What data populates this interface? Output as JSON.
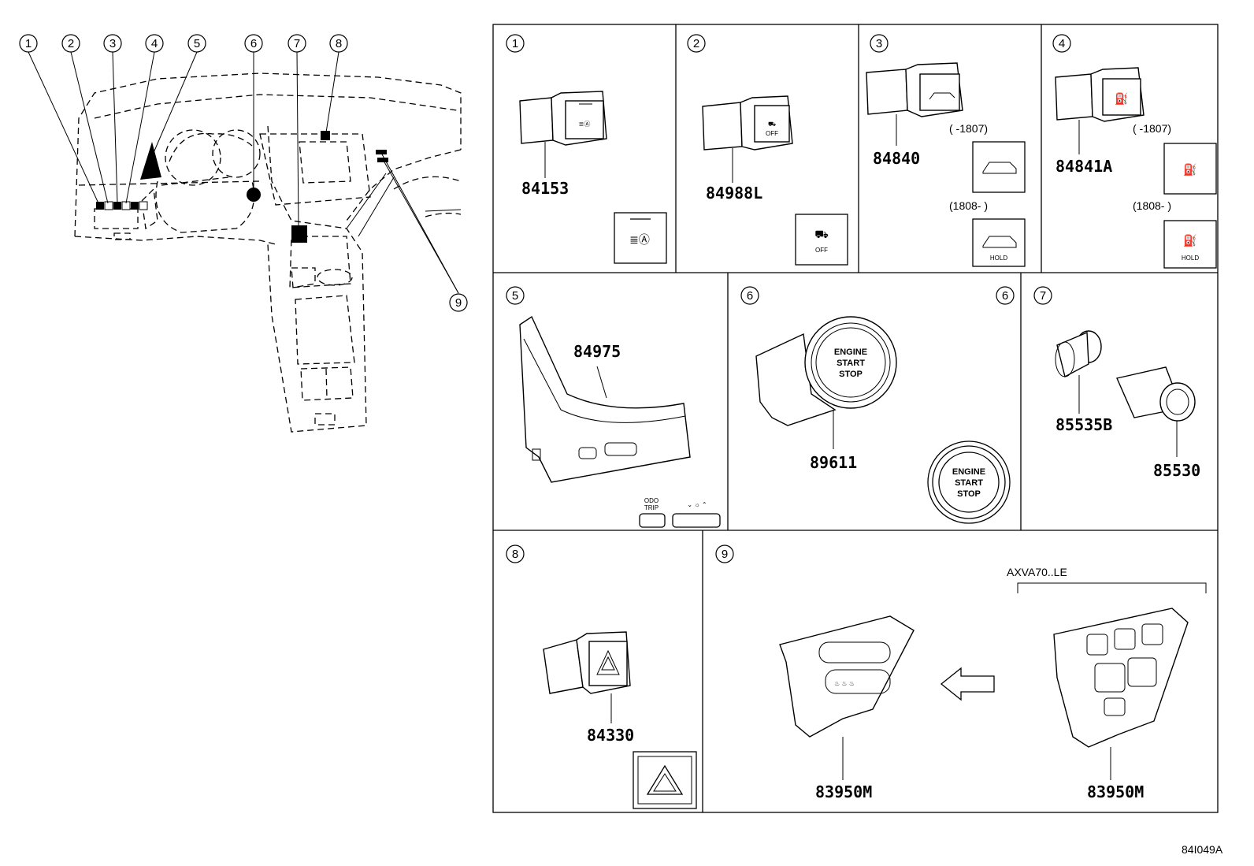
{
  "callout_numbers": [
    "1",
    "2",
    "3",
    "4",
    "5",
    "6",
    "7",
    "8",
    "9"
  ],
  "panels": {
    "p1": {
      "number": "1",
      "part": "84153"
    },
    "p2": {
      "number": "2",
      "part": "84988L",
      "icon_text": "OFF"
    },
    "p3": {
      "number": "3",
      "part": "84840",
      "range_before": "(      -1807)",
      "range_after": "(1808-      )",
      "icon_text": "HOLD"
    },
    "p4": {
      "number": "4",
      "part": "84841A",
      "range_before": "(      -1807)",
      "range_after": "(1808-      )",
      "icon_text": "HOLD"
    },
    "p5": {
      "number": "5",
      "part": "84975",
      "button_label_top": "ODO",
      "button_label_bottom": "TRIP"
    },
    "p6": {
      "number": "6",
      "number_right": "6",
      "part": "89611",
      "button_line1": "ENGINE",
      "button_line2": "START",
      "button_line3": "STOP"
    },
    "p7": {
      "number": "7",
      "part_a": "85535B",
      "part_b": "85530"
    },
    "p8": {
      "number": "8",
      "part": "84330"
    },
    "p9": {
      "number": "9",
      "part_left": "83950M",
      "part_right": "83950M",
      "variant": "AXVA70..LE"
    }
  },
  "figure_code": "84I049A"
}
